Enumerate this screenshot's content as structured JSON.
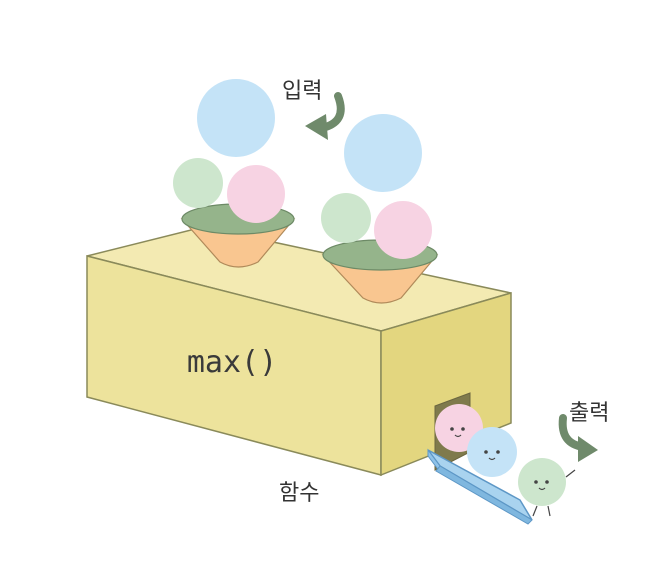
{
  "labels": {
    "input": "입력",
    "output": "출력",
    "function_name": "max()",
    "function": "함수"
  },
  "colors": {
    "box_front": "#ede39c",
    "box_top": "#f3eab2",
    "box_side": "#e3d67f",
    "box_stroke": "#8a8a5a",
    "cone": "#f9c690",
    "cone_rim": "#95b48b",
    "ball_blue": "#c4e3f7",
    "ball_green": "#cde6cd",
    "ball_pink": "#f7d3e3",
    "arrow": "#6f8a6b",
    "chute": "#8fc2e8"
  },
  "icons": [
    "curved-arrow-icon"
  ]
}
